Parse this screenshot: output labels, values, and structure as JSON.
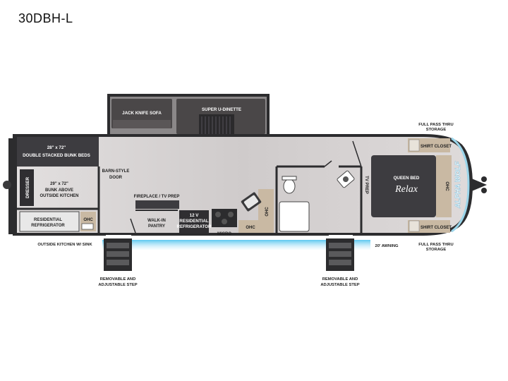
{
  "title": "30DBH-L",
  "labels": {
    "jack_knife_sofa": "JACK KNIFE SOFA",
    "super_dinette": "SUPER U-DINETTE",
    "bunk_size": "28\" x 72\"",
    "bunk_desc": "DOUBLE STACKED BUNK BEDS",
    "dresser": "DRESSER",
    "bunk2_size": "29\" x 72\"",
    "bunk2_desc_1": "BUNK ABOVE",
    "bunk2_desc_2": "OUTSIDE KITCHEN",
    "barn_door_1": "BARN-STYLE",
    "barn_door_2": "DOOR",
    "res_fridge_1": "RESIDENTIAL",
    "res_fridge_2": "REFRIGERATOR",
    "ohc": "OHC",
    "outside_kitchen": "OUTSIDE KITCHEN W/ SINK",
    "fireplace": "FIREPLACE / TV PREP",
    "walkin_1": "WALK-IN",
    "walkin_2": "PANTRY",
    "res12v_1": "12 V",
    "res12v_2": "RESIDENTIAL",
    "res12v_3": "REFRIGERATOR",
    "micro": "MICRO",
    "tv_prep": "TV PREP",
    "queen_bed": "QUEEN BED",
    "relax": "Relax",
    "shirt_closet_top": "SHIRT CLOSET",
    "shirt_closet_bottom": "SHIRT CLOSET",
    "wardrobe_ohc": "OHC",
    "pass_thru_top_1": "FULL PASS THRU",
    "pass_thru_top_2": "STORAGE",
    "pass_thru_bottom_1": "FULL PASS THRU",
    "pass_thru_bottom_2": "STORAGE",
    "awning": "20' AWNING",
    "step_left_1": "REMOVABLE AND",
    "step_left_2": "ADJUSTABLE STEP",
    "step_right_1": "REMOVABLE AND",
    "step_right_2": "ADJUSTABLE STEP",
    "brand": "ALPHA WOLF"
  },
  "colors": {
    "floor": "#d9d6d6",
    "wall": "#2c2c2e",
    "furniture_dark": "#3d3c40",
    "sofa": "#4a4748",
    "tan": "#c9b9a3",
    "underglow": "#7fd4f2"
  }
}
